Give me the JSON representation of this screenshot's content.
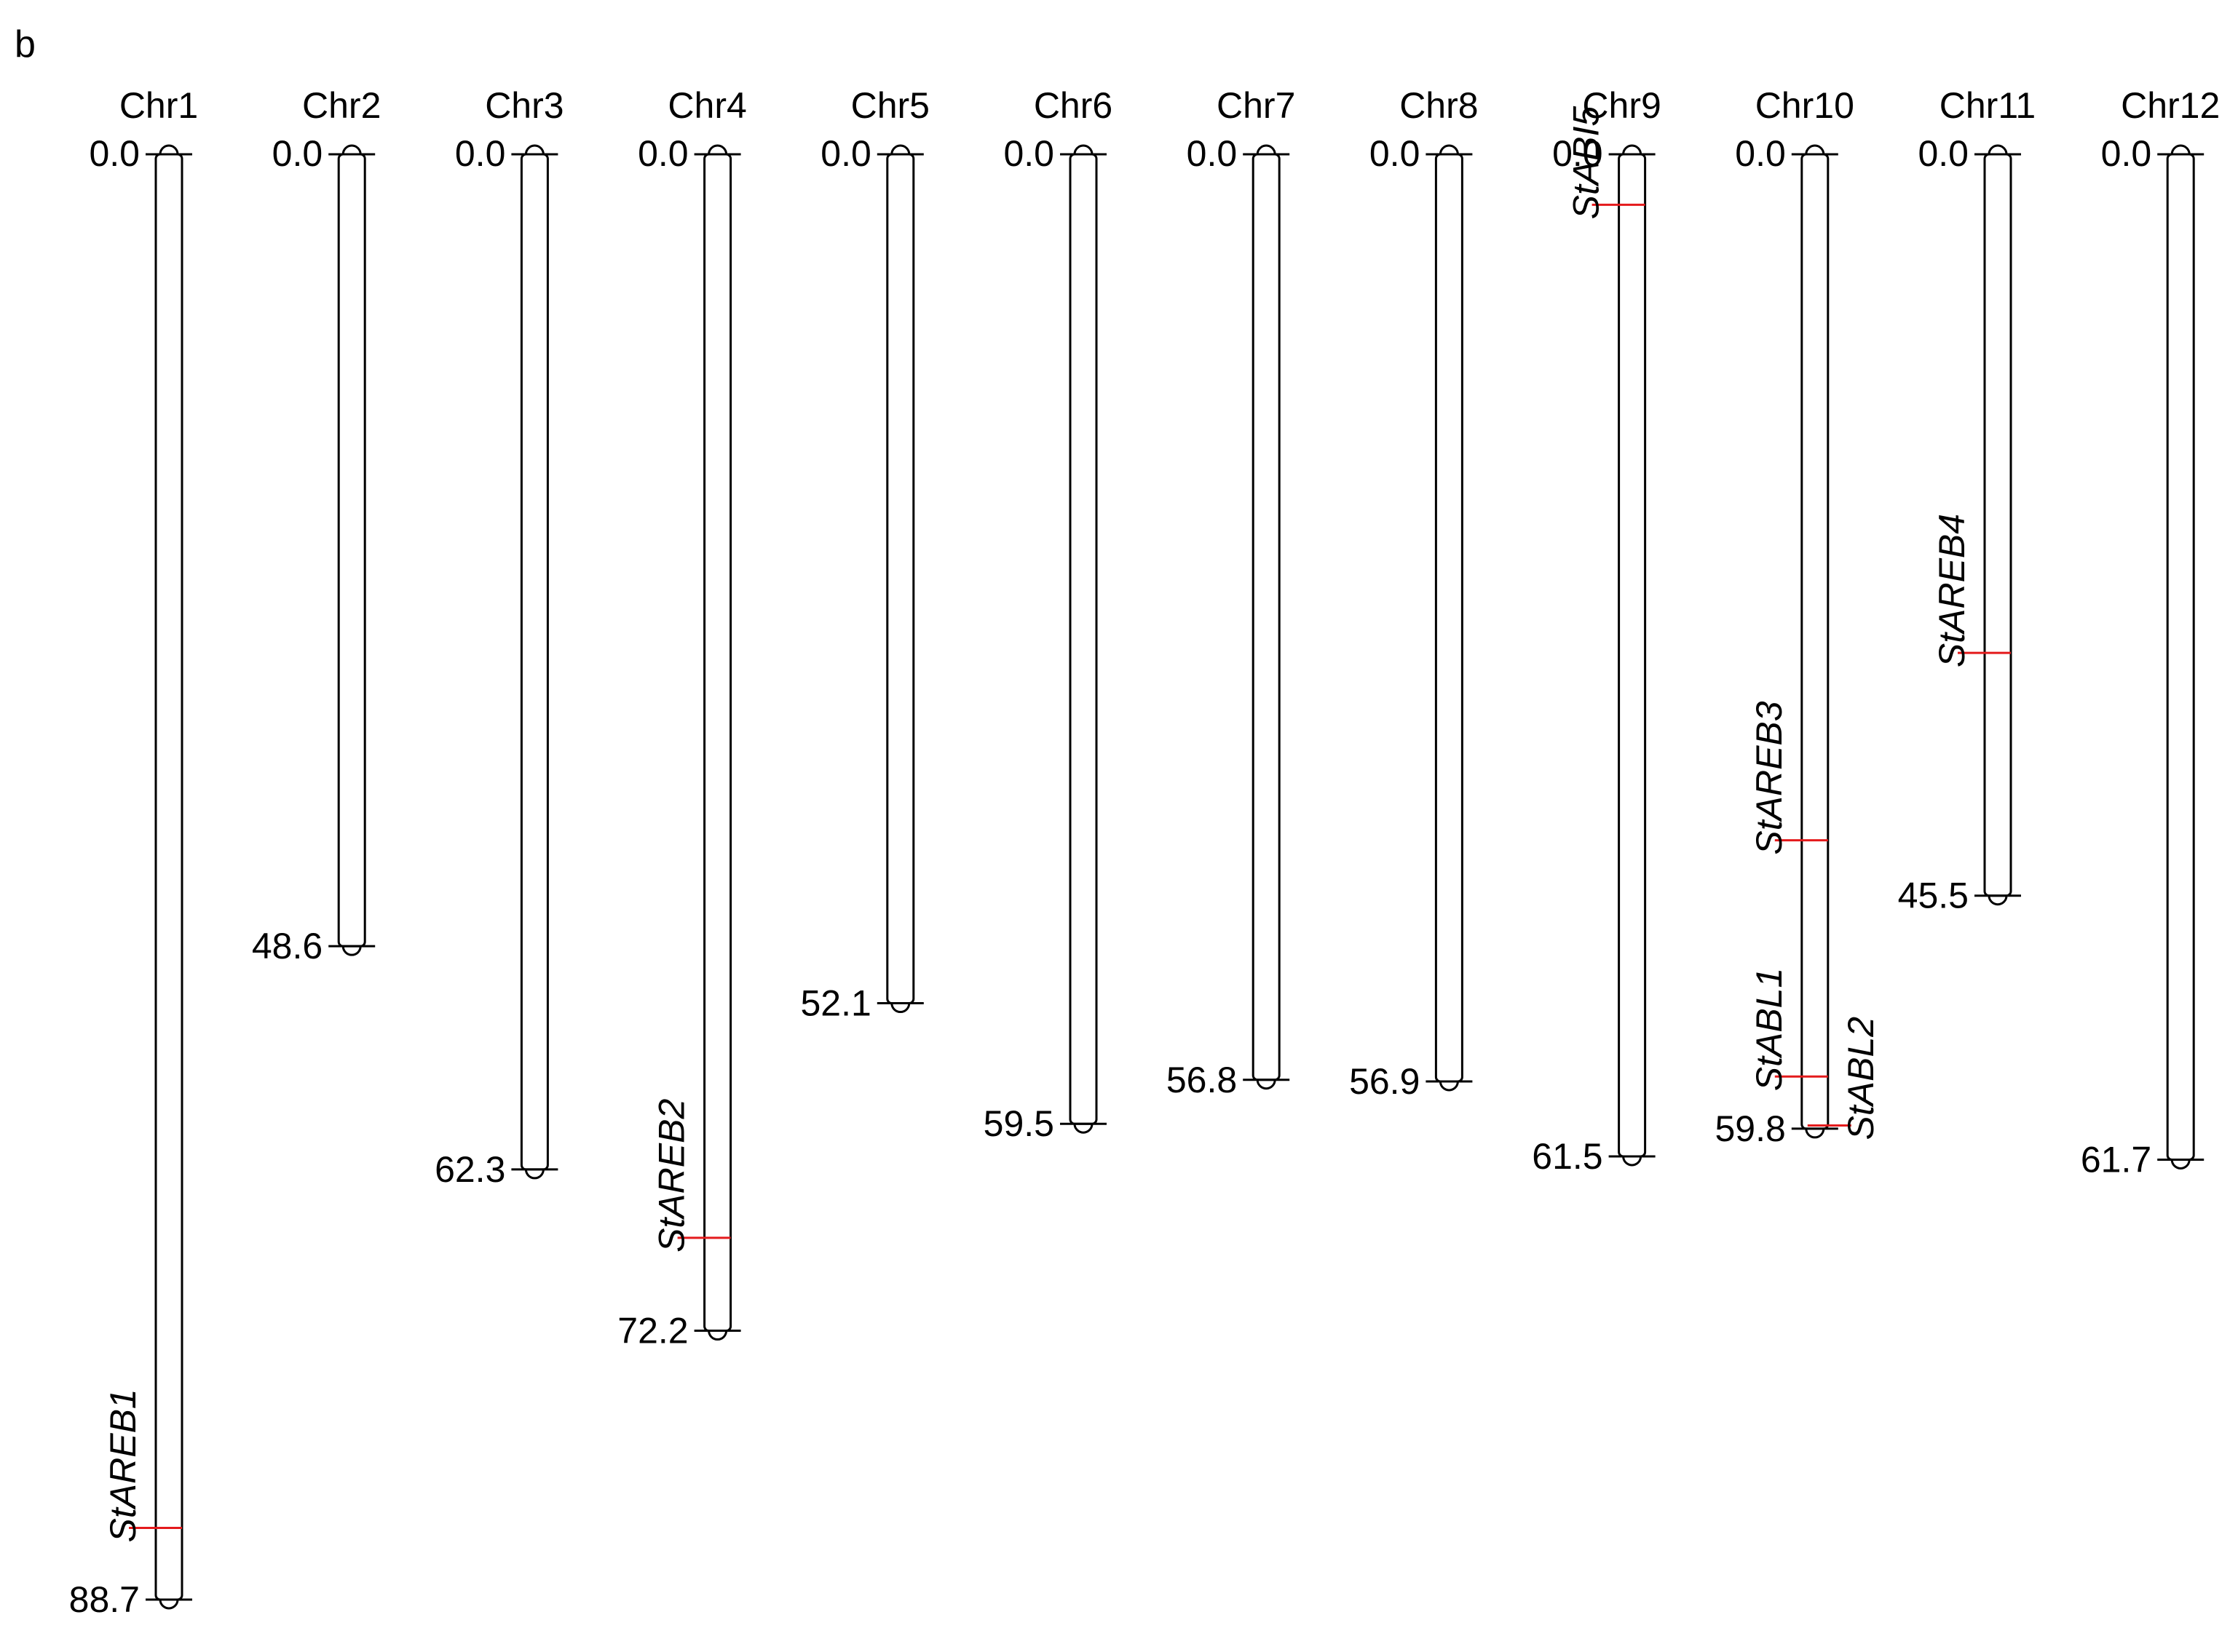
{
  "panel_label": "b",
  "colors": {
    "outline": "#000000",
    "marker": "#e41a1c",
    "background": "#ffffff"
  },
  "chart_data": {
    "type": "chromosome-map",
    "chromosomes": [
      {
        "name": "Chr1",
        "start_label": "0.0",
        "end_label": "88.7",
        "length": 88.7
      },
      {
        "name": "Chr2",
        "start_label": "0.0",
        "end_label": "48.6",
        "length": 48.6
      },
      {
        "name": "Chr3",
        "start_label": "0.0",
        "end_label": "62.3",
        "length": 62.3
      },
      {
        "name": "Chr4",
        "start_label": "0.0",
        "end_label": "72.2",
        "length": 72.2
      },
      {
        "name": "Chr5",
        "start_label": "0.0",
        "end_label": "52.1",
        "length": 52.1
      },
      {
        "name": "Chr6",
        "start_label": "0.0",
        "end_label": "59.5",
        "length": 59.5
      },
      {
        "name": "Chr7",
        "start_label": "0.0",
        "end_label": "56.8",
        "length": 56.8
      },
      {
        "name": "Chr8",
        "start_label": "0.0",
        "end_label": "56.9",
        "length": 56.9
      },
      {
        "name": "Chr9",
        "start_label": "0.0",
        "end_label": "61.5",
        "length": 61.5
      },
      {
        "name": "Chr10",
        "start_label": "0.0",
        "end_label": "59.8",
        "length": 59.8
      },
      {
        "name": "Chr11",
        "start_label": "0.0",
        "end_label": "45.5",
        "length": 45.5
      },
      {
        "name": "Chr12",
        "start_label": "0.0",
        "end_label": "61.7",
        "length": 61.7
      }
    ],
    "genes": [
      {
        "name": "StAREB1",
        "chromosome": "Chr1",
        "position": 84.3,
        "side": "left"
      },
      {
        "name": "StAREB2",
        "chromosome": "Chr4",
        "position": 66.5,
        "side": "left"
      },
      {
        "name": "StABI5",
        "chromosome": "Chr9",
        "position": 3.1,
        "side": "left"
      },
      {
        "name": "StAREB3",
        "chromosome": "Chr10",
        "position": 42.1,
        "side": "left"
      },
      {
        "name": "StABL1",
        "chromosome": "Chr10",
        "position": 56.6,
        "side": "left"
      },
      {
        "name": "StABL2",
        "chromosome": "Chr10",
        "position": 59.6,
        "side": "right"
      },
      {
        "name": "StAREB4",
        "chromosome": "Chr11",
        "position": 30.6,
        "side": "left"
      }
    ]
  }
}
